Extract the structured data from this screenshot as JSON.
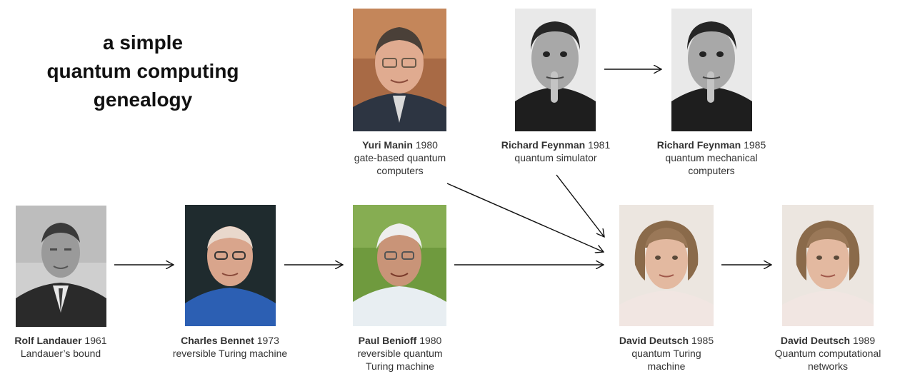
{
  "title": {
    "line1": "a simple",
    "line2": "quantum computing",
    "line3": "genealogy"
  },
  "people": [
    {
      "id": "landauer",
      "name": "Rolf Landauer",
      "year": "1961",
      "desc1": "Landauer’s bound",
      "desc2": "",
      "photo": "grayscale portrait"
    },
    {
      "id": "bennet",
      "name": "Charles Bennet",
      "year": "1973",
      "desc1": "reversible Turing machine",
      "desc2": "",
      "photo": "color portrait"
    },
    {
      "id": "benioff",
      "name": "Paul Benioff",
      "year": "1980",
      "desc1": "reversible quantum",
      "desc2": "Turing machine",
      "photo": "color portrait"
    },
    {
      "id": "manin",
      "name": "Yuri Manin",
      "year": "1980",
      "desc1": "gate-based quantum",
      "desc2": "computers",
      "photo": "color portrait"
    },
    {
      "id": "feynman1981",
      "name": "Richard Feynman",
      "year": "1981",
      "desc1": "quantum simulator",
      "desc2": "",
      "photo": "grayscale portrait"
    },
    {
      "id": "feynman1985",
      "name": "Richard Feynman",
      "year": "1985",
      "desc1": "quantum mechanical",
      "desc2": "computers",
      "photo": "grayscale portrait"
    },
    {
      "id": "deutsch1985",
      "name": "David Deutsch",
      "year": "1985",
      "desc1": "quantum Turing",
      "desc2": "machine",
      "photo": "color portrait"
    },
    {
      "id": "deutsch1989",
      "name": "David Deutsch",
      "year": "1989",
      "desc1": "Quantum computational",
      "desc2": "networks",
      "photo": "color portrait"
    }
  ],
  "edges": [
    {
      "from": "Rolf Landauer 1961",
      "to": "Charles Bennet 1973"
    },
    {
      "from": "Charles Bennet 1973",
      "to": "Paul Benioff 1980"
    },
    {
      "from": "Paul Benioff 1980",
      "to": "David Deutsch 1985"
    },
    {
      "from": "Yuri Manin 1980",
      "to": "David Deutsch 1985"
    },
    {
      "from": "Richard Feynman 1981",
      "to": "David Deutsch 1985"
    },
    {
      "from": "Richard Feynman 1981",
      "to": "Richard Feynman 1985"
    },
    {
      "from": "David Deutsch 1985",
      "to": "David Deutsch 1989"
    }
  ],
  "colors": {
    "text": "#333333",
    "title": "#111111",
    "arrow": "#111111"
  }
}
